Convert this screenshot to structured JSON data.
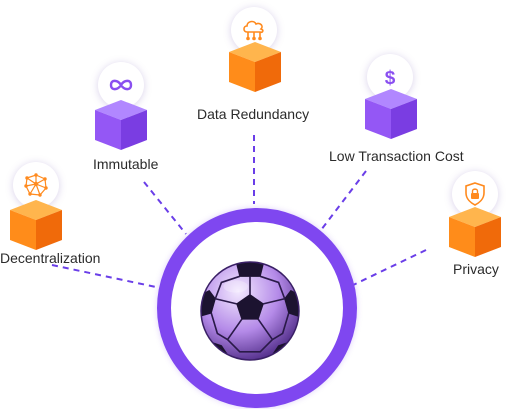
{
  "features": [
    {
      "id": "decentralization",
      "label": "Decentralization",
      "icon": "network-mesh-icon",
      "cube_color": "#ff8a1e"
    },
    {
      "id": "immutable",
      "label": "Immutable",
      "icon": "infinity-icon",
      "cube_color": "#8a4ff0"
    },
    {
      "id": "data-redundancy",
      "label": "Data Redundancy",
      "icon": "cloud-network-icon",
      "cube_color": "#ff8a1e"
    },
    {
      "id": "low-transaction-cost",
      "label": "Low Transaction Cost",
      "icon": "dollar-icon",
      "cube_color": "#8a4ff0"
    },
    {
      "id": "privacy",
      "label": "Privacy",
      "icon": "shield-lock-icon",
      "cube_color": "#ff8a1e"
    }
  ],
  "center": {
    "icon": "soccer-ball-icon",
    "ring_color": "#7f47f0"
  },
  "colors": {
    "orange": "#ff8a1e",
    "purple": "#8a4ff0",
    "line": "#6a3ee8"
  }
}
